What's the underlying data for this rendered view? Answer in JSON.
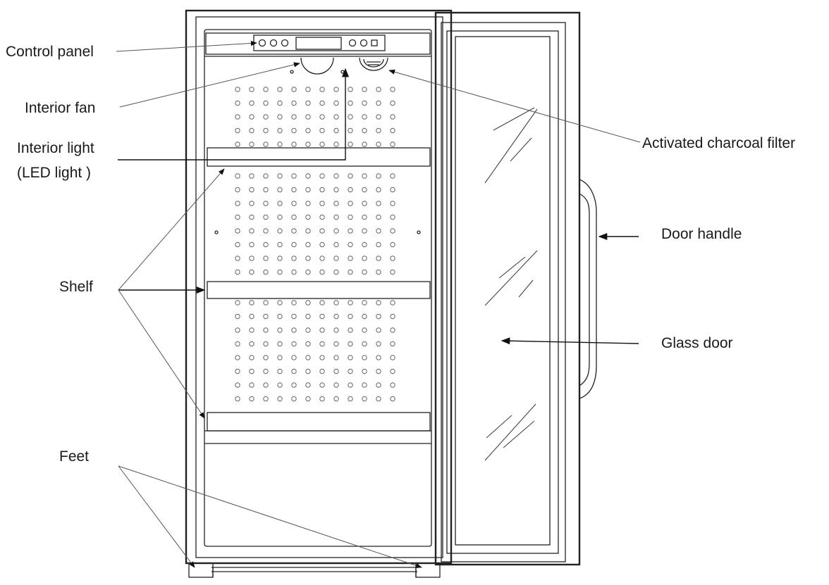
{
  "labels": {
    "control_panel": "Control panel",
    "interior_fan": "Interior fan",
    "interior_light_line1": "Interior light",
    "interior_light_line2": "(LED light )",
    "shelf": "Shelf",
    "feet": "Feet",
    "activated_charcoal_filter": "Activated charcoal filter",
    "door_handle": "Door handle",
    "glass_door": "Glass door"
  },
  "colors": {
    "line": "#222222",
    "leader": "#555555",
    "background": "#ffffff"
  },
  "icons": [
    "power-icon",
    "light-icon",
    "fahrenheit-icon",
    "up-icon",
    "down-icon",
    "lock-icon"
  ]
}
